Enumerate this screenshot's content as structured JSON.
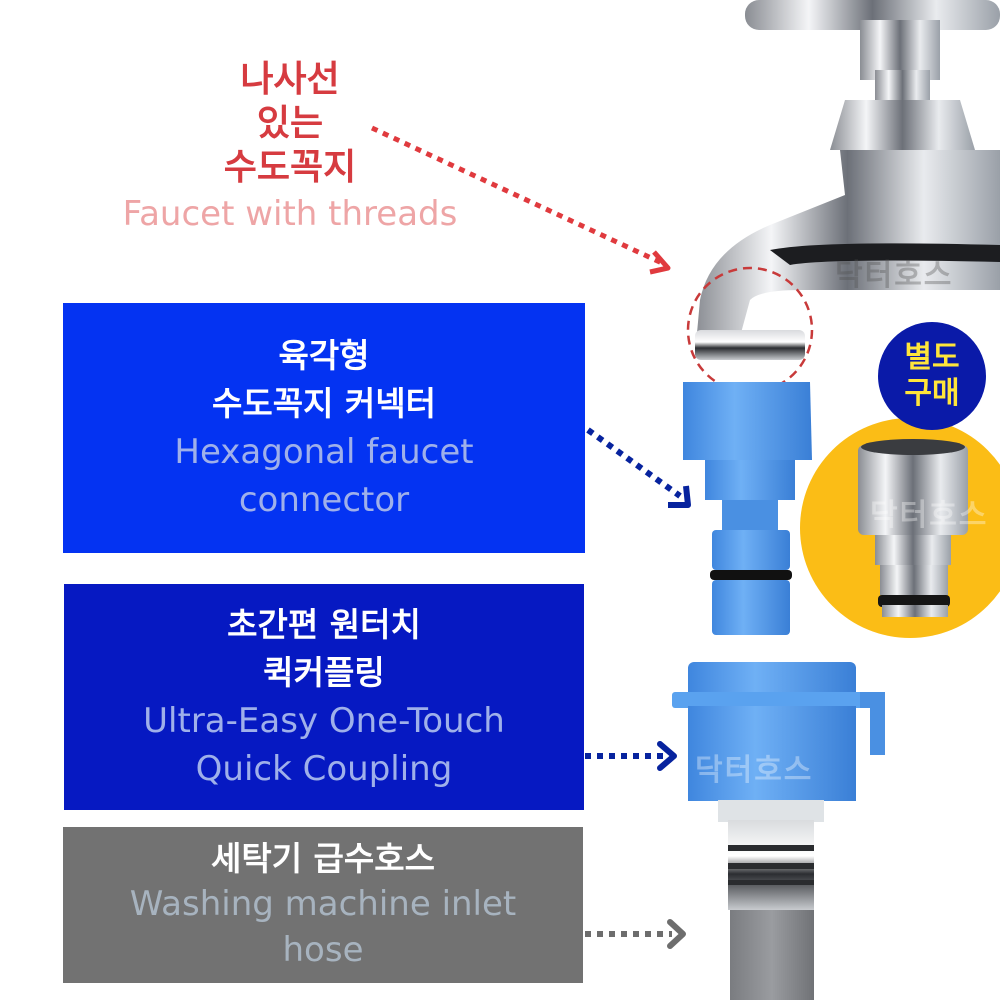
{
  "faucet": {
    "label_ko_line1": "나사선",
    "label_ko_line2": "있는",
    "label_ko_line3": "수도꼭지",
    "label_en": "Faucet with threads"
  },
  "hex_connector": {
    "label_ko_line1": "육각형",
    "label_ko_line2": "수도꼭지 커넥터",
    "label_en_line1": "Hexagonal faucet",
    "label_en_line2": "connector"
  },
  "quick_coupling": {
    "label_ko_line1": "초간편 원터치",
    "label_ko_line2": "퀵커플링",
    "label_en_line1": "Ultra-Easy One-Touch",
    "label_en_line2": "Quick Coupling"
  },
  "inlet_hose": {
    "label_ko": "세탁기 급수호스",
    "label_en_line1": "Washing machine inlet",
    "label_en_line2": "hose"
  },
  "badge": {
    "line1": "별도",
    "line2": "구매"
  },
  "watermark": "닥터호스",
  "colors": {
    "faucet_label": "#d63b40",
    "faucet_label_en": "#eea5a6",
    "box1_bg": "#0433f2",
    "box2_bg": "#0619c2",
    "box3_bg": "#727272",
    "badge_bg": "#0a1aa8",
    "badge_text": "#ffe53a",
    "yellow_circle": "#fbbd16",
    "connector_blue": "#4a90e2"
  }
}
